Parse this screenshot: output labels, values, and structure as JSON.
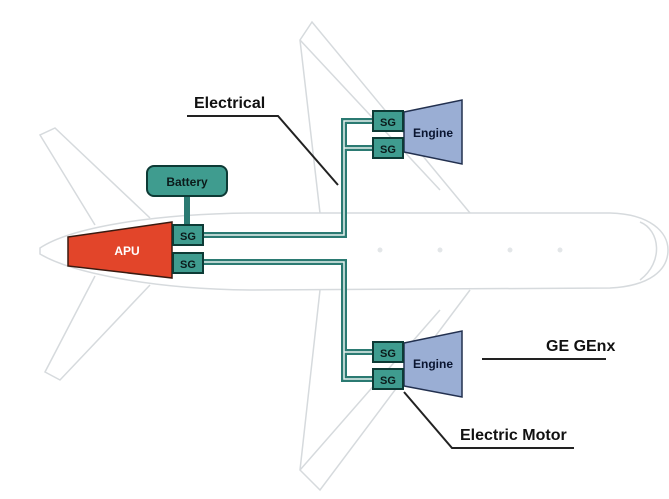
{
  "labels": {
    "electrical": "Electrical",
    "ge_genx": "GE GEnx",
    "electric_motor": "Electric Motor"
  },
  "components": {
    "battery": "Battery",
    "apu": "APU",
    "engine_upper": "Engine",
    "engine_lower": "Engine",
    "sg_upper_1": "SG",
    "sg_upper_2": "SG",
    "sg_apu_1": "SG",
    "sg_apu_2": "SG",
    "sg_lower_1": "SG",
    "sg_lower_2": "SG"
  },
  "colors": {
    "apu": "#e2452a",
    "engine": "#9aaed4",
    "sg_box": "#3f9c8f",
    "bus": "#2b7a72",
    "airframe_outline": "#d8dcdf"
  }
}
